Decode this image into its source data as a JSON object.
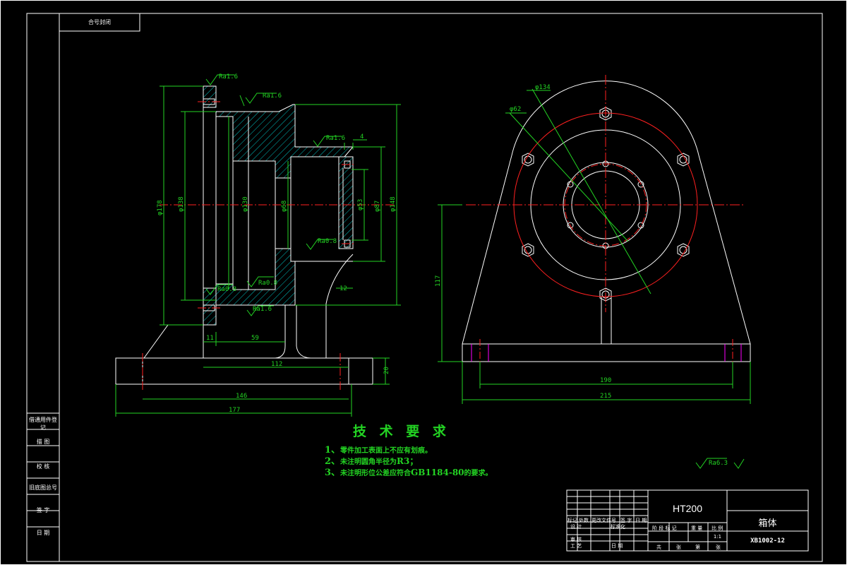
{
  "frame": {
    "top_left_label": "合号封闭",
    "side_labels": [
      "借通用件登记",
      "描 图",
      "校 核",
      "旧底图总号",
      "签 字",
      "日 期"
    ]
  },
  "left_view": {
    "roughness": [
      "Ra1.6",
      "Ra1.6",
      "Ra1.6",
      "Ra0.8",
      "Ra0.8",
      "Ra0.8",
      "Ra1.6"
    ],
    "diameters": [
      "φ178",
      "φ138",
      "φ130",
      "φ68",
      "φ53",
      "φ87",
      "φ148"
    ],
    "dims": [
      "4",
      "12",
      "11",
      "59",
      "112",
      "146",
      "177",
      "20"
    ]
  },
  "right_view": {
    "diameters": [
      "φ134",
      "φ62"
    ],
    "dims": [
      "117",
      "190",
      "215"
    ]
  },
  "requirements": {
    "title": "技 术 要 求",
    "items": [
      {
        "num": "1、",
        "text": "零件加工表面上不应有划痕。"
      },
      {
        "num": "2、",
        "text": "未注明圆角半径为",
        "big": "R3；"
      },
      {
        "num": "3、",
        "text": "未注明形位公差应符合",
        "big": "GB1184-80",
        "tail": "的要求。"
      }
    ]
  },
  "general_roughness": "Ra6.3",
  "title_block": {
    "material": "HT200",
    "part_name": "箱体",
    "drawing_no": "XB1002-12",
    "scale": "1:1",
    "labels": {
      "row1": [
        "标记",
        "处数",
        "更改文件号",
        "签 字",
        "日 期"
      ],
      "design": "设 计",
      "standard": "标准化",
      "review": "审 核",
      "process": "工 艺",
      "date": "日 期",
      "stage": "阶 段 标 记",
      "weight": "重 量",
      "ratio": "比 例",
      "sheets_total": "共",
      "sheet": "张",
      "sheet_no": "第",
      "sheet2": "张"
    }
  },
  "colors": {
    "background": "#000000",
    "line": "#ffffff",
    "dimension": "#23d323",
    "center": "#ff2020",
    "hatch": "#00c0c0",
    "magenta": "#ff00ff"
  }
}
